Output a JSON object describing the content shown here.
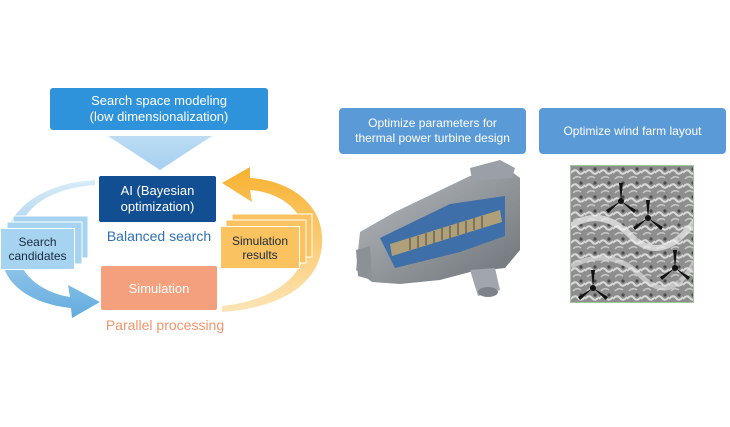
{
  "top_box": {
    "text": "Search space modeling\n(low dimensionalization)"
  },
  "ai_box": {
    "text": "AI (Bayesian\noptimization)"
  },
  "balanced_label": "Balanced search",
  "sim_box": {
    "text": "Simulation"
  },
  "parallel_label": "Parallel processing",
  "search_card": {
    "text": "Search\ncandidates"
  },
  "results_card": {
    "text": "Simulation\nresults"
  },
  "turbine_box": {
    "text": "Optimize parameters for\nthermal power turbine design"
  },
  "wind_box": {
    "text": "Optimize wind farm layout"
  },
  "icons": [
    "turbine-image",
    "wind-turbine-icon"
  ],
  "colors": {
    "top_box": "#2f93db",
    "ai_box": "#114f92",
    "sim_box": "#f4a07d",
    "search_arrow": "#7fbde6",
    "results_arrow": "#f8b93a",
    "right_boxes": "#5a9ad6"
  }
}
